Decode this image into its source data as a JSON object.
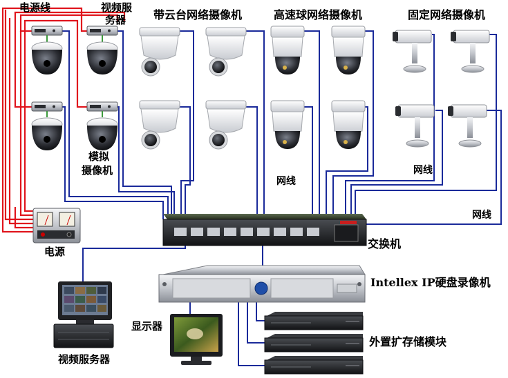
{
  "labels": {
    "power_cable": "电源线",
    "video_server_top_line1": "视频服",
    "video_server_top_line2": "务器",
    "ptz_cameras": "带云台网络摄像机",
    "speed_dome_cameras": "高速球网络摄像机",
    "fixed_cameras": "固定网络摄像机",
    "analog_camera_line1": "模拟",
    "analog_camera_line2": "摄像机",
    "network_cable_1": "网线",
    "network_cable_2": "网线",
    "network_cable_3": "网线",
    "power_supply": "电源",
    "switch": "交换机",
    "dvr": "Intellex IP硬盘录像机",
    "monitor": "显示器",
    "external_storage": "外置扩存储模块",
    "video_server_bottom": "视频服务器"
  },
  "colors": {
    "network_line": "#1a2a9a",
    "power_line": "#e0141c",
    "accent": "#1a2a9a"
  },
  "icons": [
    "dome-camera-icon",
    "ptz-camera-icon",
    "speed-dome-icon",
    "box-camera-icon",
    "encoder-icon",
    "power-supply-icon",
    "switch-icon",
    "dvr-icon",
    "monitor-icon",
    "storage-module-icon"
  ]
}
